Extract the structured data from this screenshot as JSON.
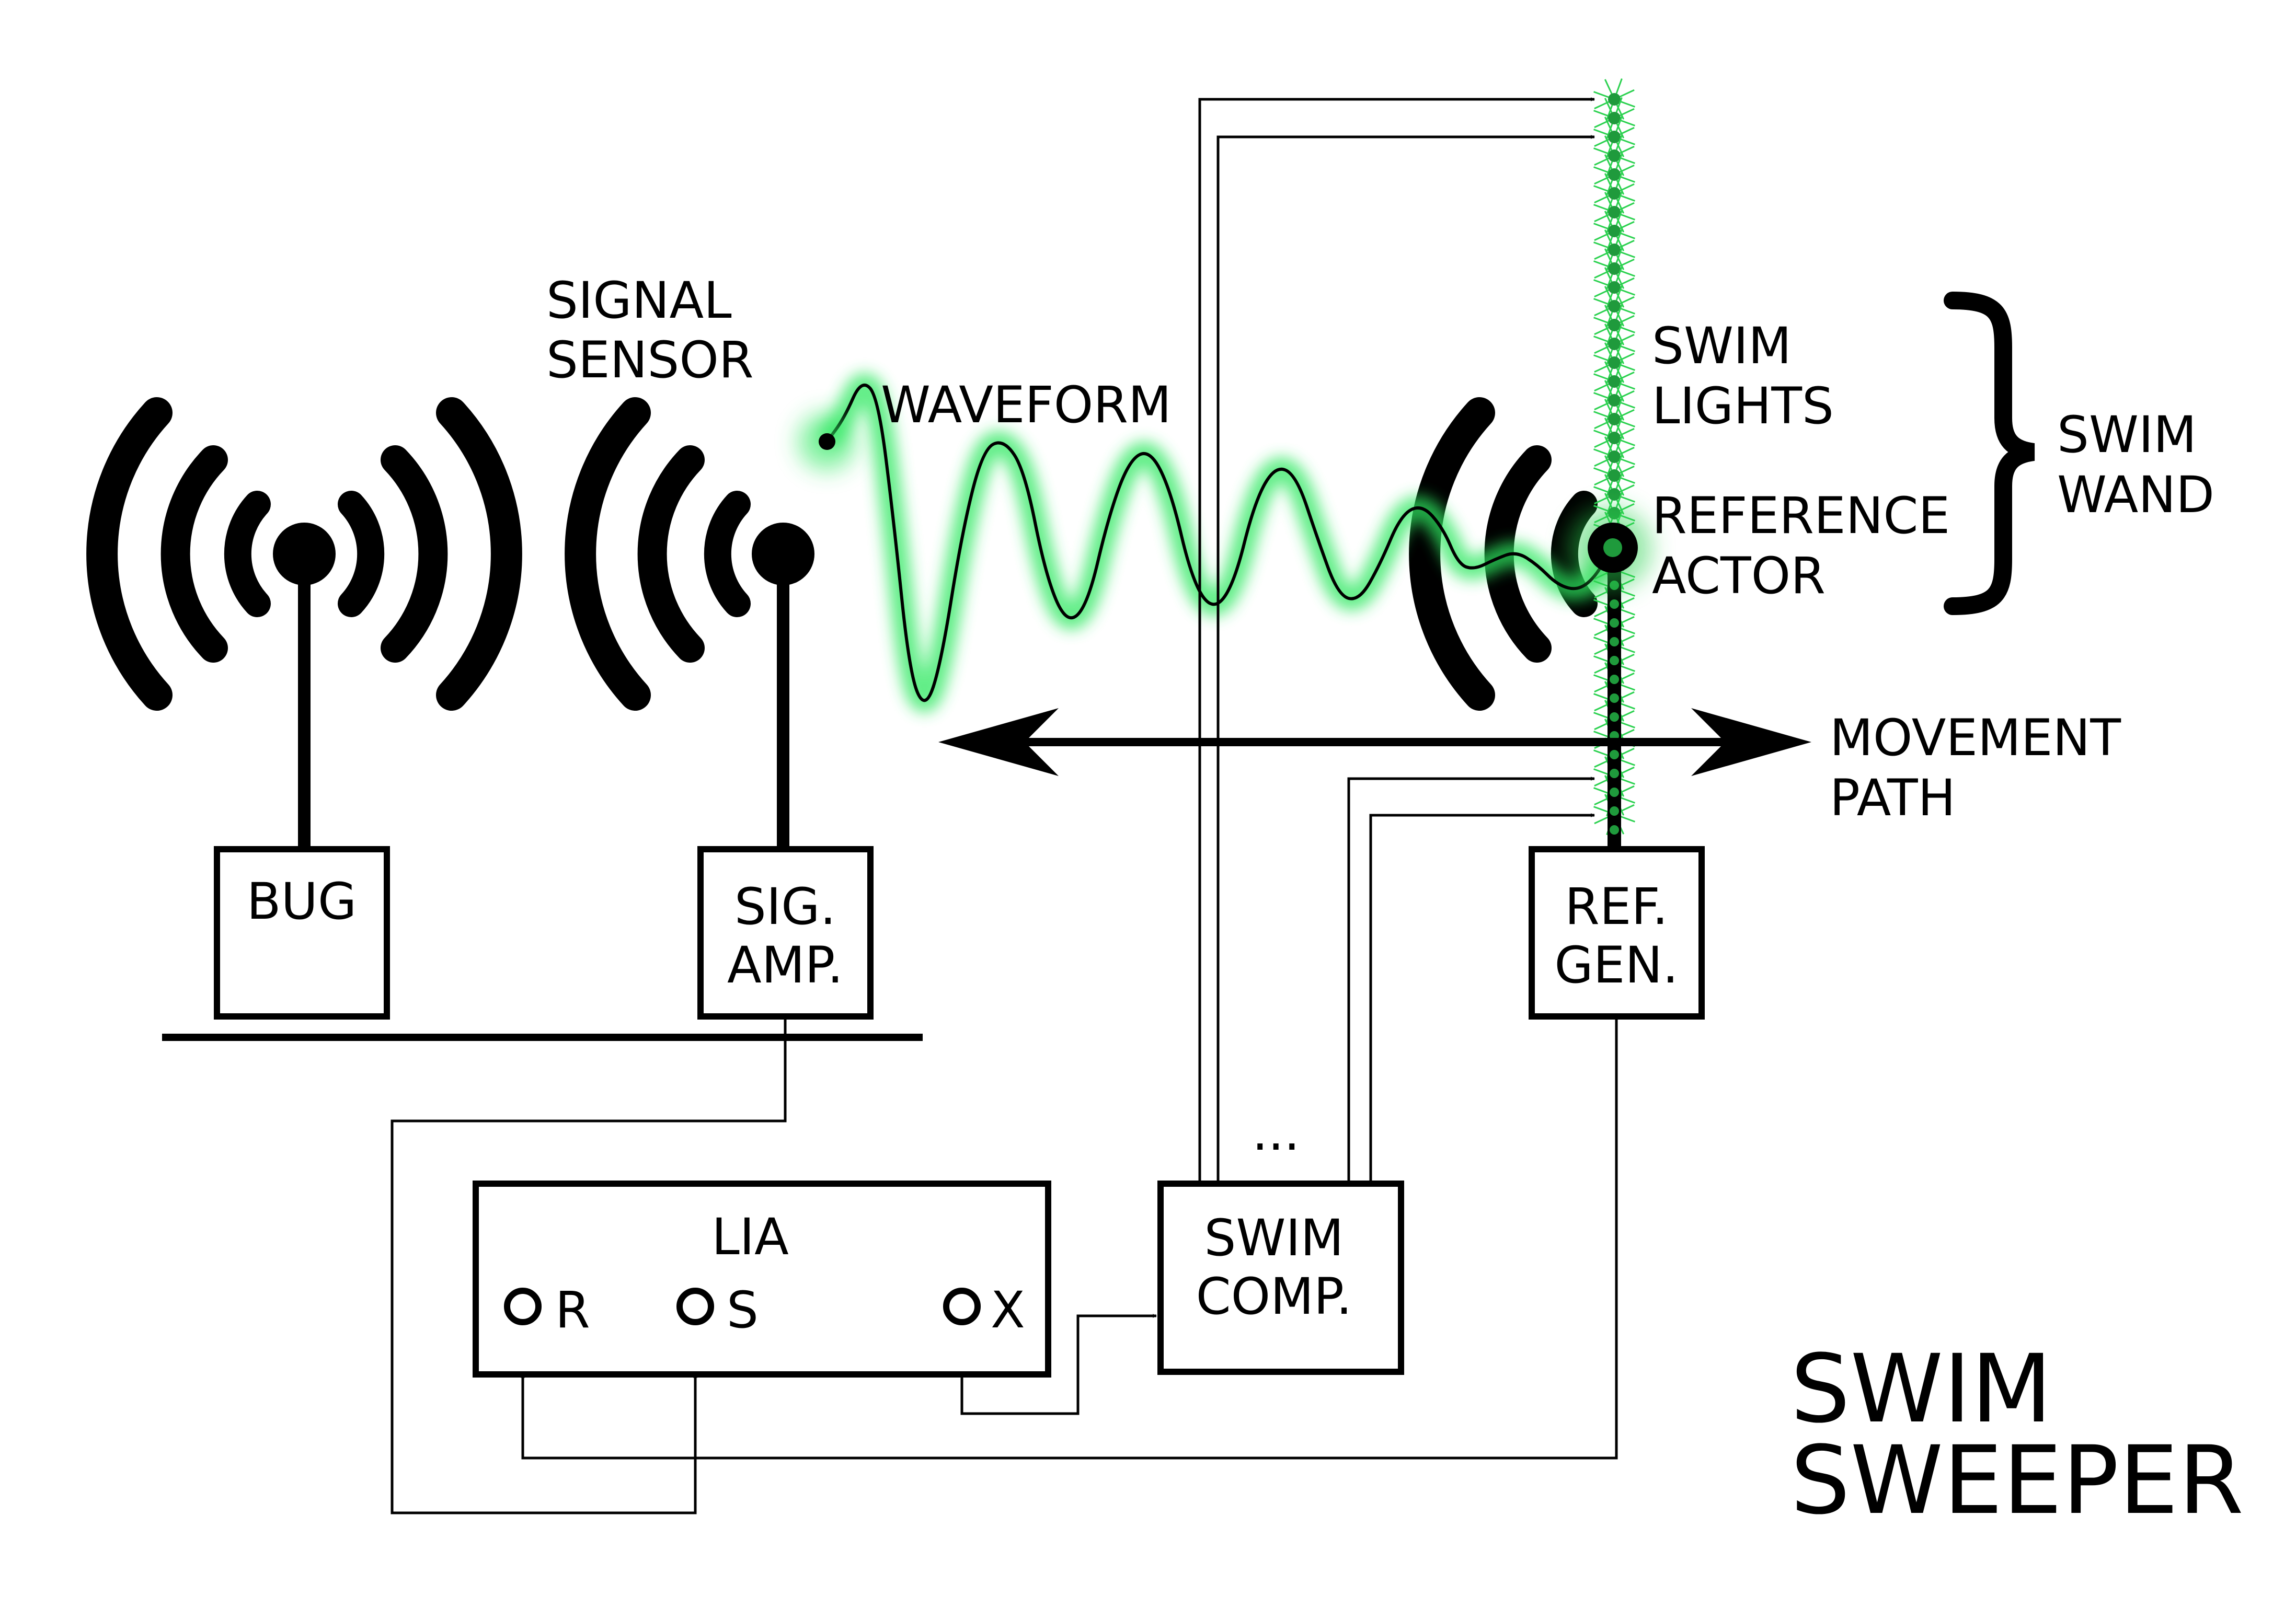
{
  "title": {
    "line1": "SWIM",
    "line2": "SWEEPER"
  },
  "labels": {
    "signal_sensor_1": "SIGNAL",
    "signal_sensor_2": "SENSOR",
    "waveform": "WAVEFORM",
    "swim_lights_1": "SWIM",
    "swim_lights_2": "LIGHTS",
    "reference_actor_1": "REFERENCE",
    "reference_actor_2": "ACTOR",
    "swim_wand_1": "SWIM",
    "swim_wand_2": "WAND",
    "movement_path_1": "MOVEMENT",
    "movement_path_2": "PATH",
    "ellipsis": "..."
  },
  "boxes": {
    "bug": "BUG",
    "sig_amp_1": "SIG.",
    "sig_amp_2": "AMP.",
    "ref_gen_1": "REF.",
    "ref_gen_2": "GEN.",
    "lia": "LIA",
    "swim_comp_1": "SWIM",
    "swim_comp_2": "COMP."
  },
  "ports": {
    "r": "R",
    "s": "S",
    "x": "X"
  },
  "colors": {
    "wave_glow": "#2ee860",
    "light_dot": "#1f9a3c",
    "light_ray": "#2bd14f",
    "ink": "#000000"
  }
}
